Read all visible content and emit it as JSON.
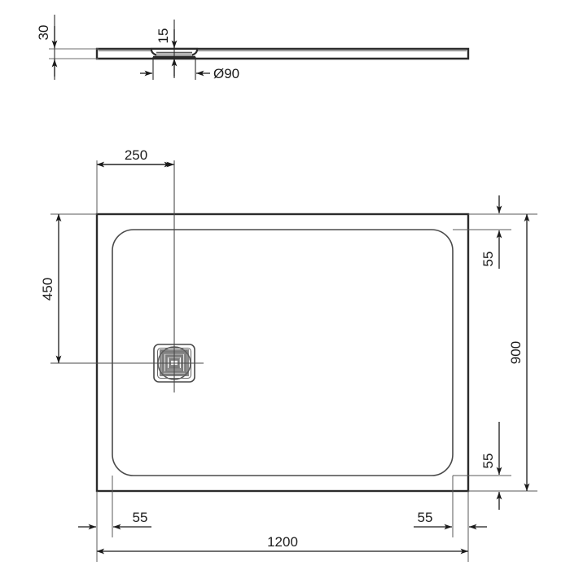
{
  "drawing": {
    "title": "Shower tray technical drawing",
    "units": "mm",
    "line_color": "#2b2b2b",
    "thin_line_color": "#5a5a5a",
    "grate_color": "#8c8c8c",
    "views": {
      "section": {
        "name": "side-section-view",
        "dimensions": {
          "thickness": "30",
          "drain_depth": "15",
          "drain_diameter": "Ø90"
        }
      },
      "plan": {
        "name": "top-plan-view",
        "dimensions": {
          "drain_from_left": "250",
          "drain_from_top": "450",
          "rim_top": "55",
          "rim_bottom": "55",
          "rim_left": "55",
          "rim_right": "55",
          "overall_width": "1200",
          "overall_depth": "900"
        }
      }
    },
    "labels": {
      "thickness": "30",
      "drain_depth": "15",
      "drain_diameter": "Ø90",
      "drain_offset_x": "250",
      "drain_offset_y": "450",
      "rim_top_right": "55",
      "rim_bottom_right": "55",
      "rim_bottom_left": "55",
      "rim_bottom_right2": "55",
      "overall_width": "1200",
      "overall_depth": "900"
    }
  }
}
